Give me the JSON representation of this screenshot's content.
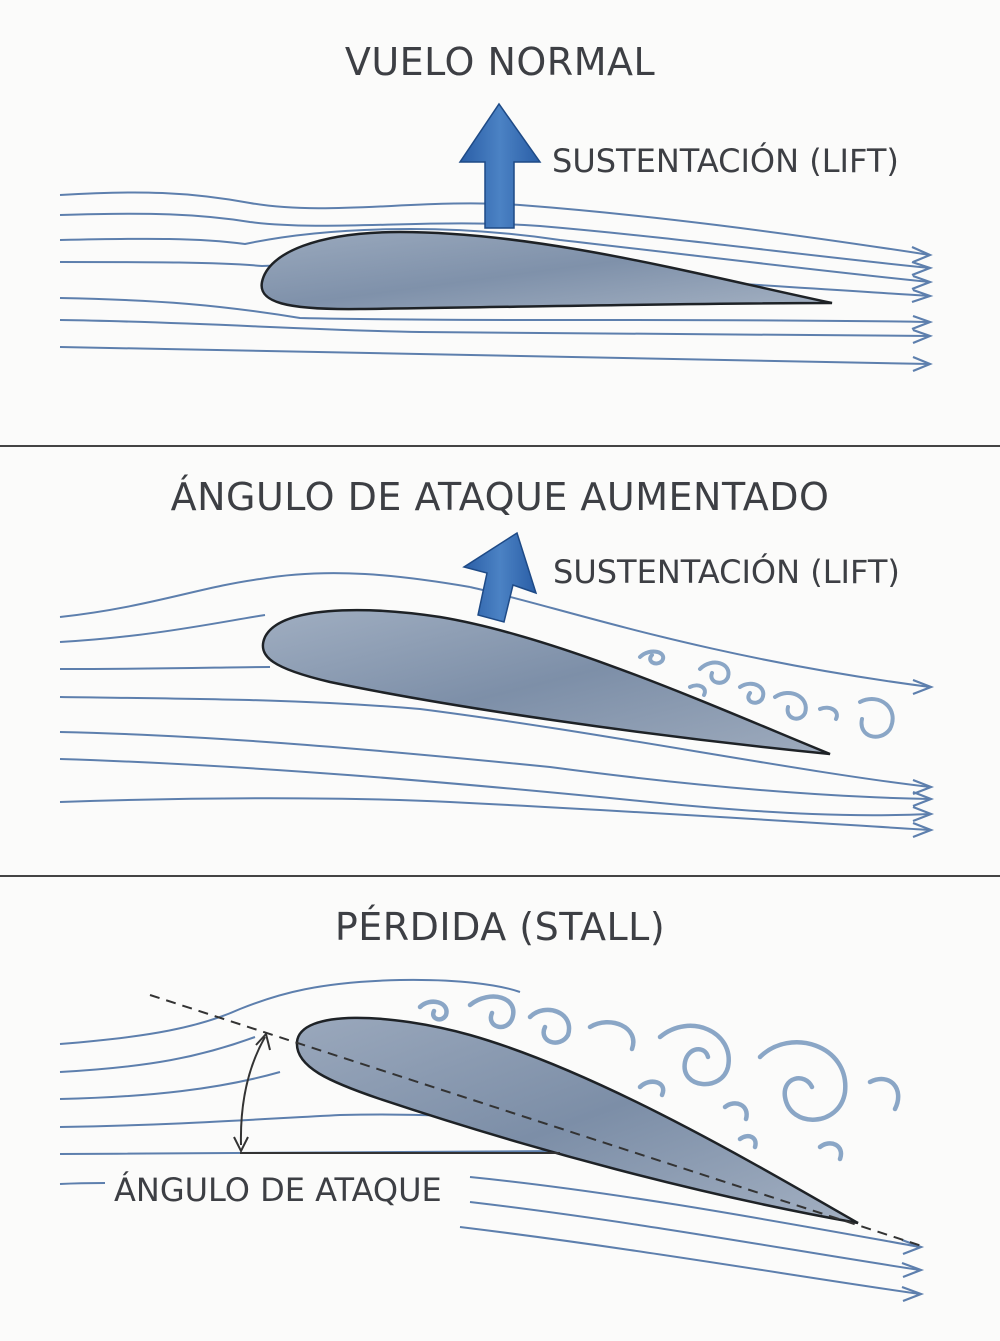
{
  "panels": [
    {
      "title": "VUELO NORMAL",
      "lift_label": "SUSTENTACIÓN (LIFT)"
    },
    {
      "title": "ÁNGULO DE ATAQUE AUMENTADO",
      "lift_label": "SUSTENTACIÓN (LIFT)"
    },
    {
      "title": "PÉRDIDA (STALL)",
      "angle_label": "ÁNGULO DE ATAQUE"
    }
  ],
  "colors": {
    "streamline": "#5d7fad",
    "airfoil_fill": "#8d9db3",
    "airfoil_stroke": "#1e2226",
    "lift_arrow": "#2f66ad",
    "turbulence": "#8aa6c6",
    "divider": "#444444"
  },
  "icons": {
    "lift": "up-arrow-icon",
    "flow": "arrowhead-icon"
  }
}
